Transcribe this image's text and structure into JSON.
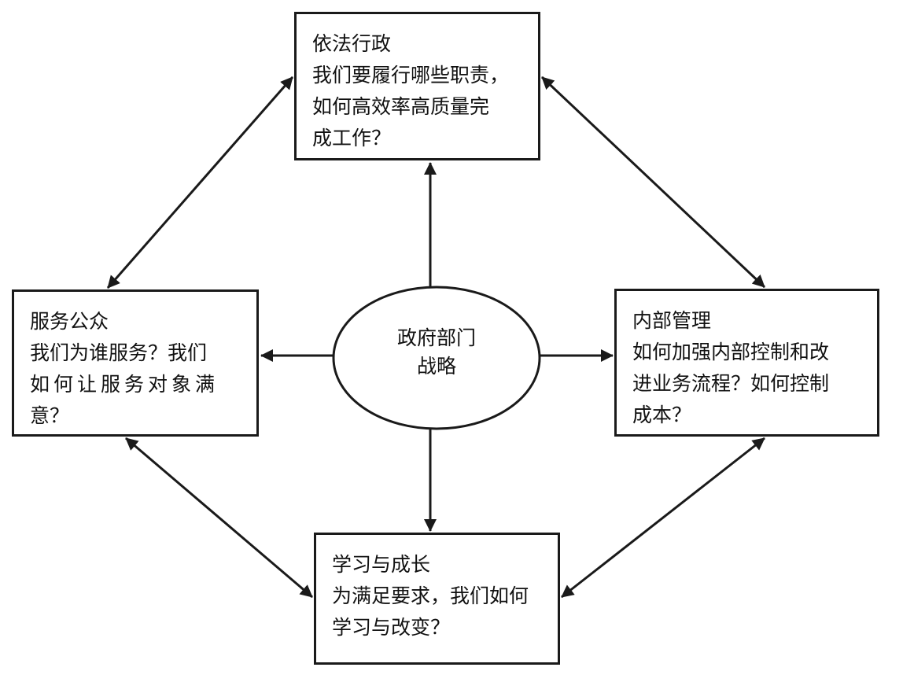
{
  "diagram": {
    "center": {
      "lines": [
        "政府部门",
        "战略"
      ]
    },
    "top": {
      "title": "依法行政",
      "lines": [
        "我们要履行哪些职责，",
        "如何高效率高质量完",
        "成工作？"
      ]
    },
    "left": {
      "title": "服务公众",
      "lines": [
        "我们为谁服务？我们",
        "如何让服务对象满",
        "意？"
      ]
    },
    "right": {
      "title": "内部管理",
      "lines": [
        "如何加强内部控制和改",
        "进业务流程？如何控制",
        "成本？"
      ]
    },
    "bottom": {
      "title": "学习与成长",
      "lines": [
        "为满足要求，我们如何",
        "学习与改变？"
      ]
    }
  },
  "colors": {
    "stroke": "#1a1a1a",
    "background": "#ffffff"
  }
}
